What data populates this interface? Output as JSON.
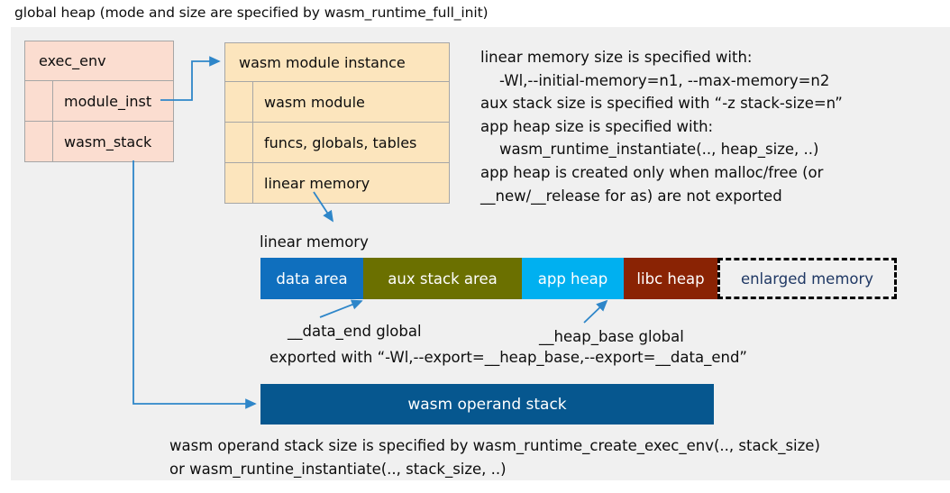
{
  "title": "global heap (mode and size are specified by wasm_runtime_full_init)",
  "colors": {
    "panel_background": "#f0f0f0",
    "exec_env_fill": "#fbddd0",
    "module_instance_fill": "#fce5bd",
    "box_border": "#a6a6a6",
    "connector": "#2e86c9",
    "data_area": "#0f6fbe",
    "aux_stack_area": "#6b7000",
    "app_heap": "#00b0f0",
    "libc_heap": "#8a2304",
    "enlarged_memory_text": "#1f3864",
    "operand_stack": "#06578f"
  },
  "exec_env_box": {
    "header": "exec_env",
    "rows": [
      {
        "label": "module_inst"
      },
      {
        "label": "wasm_stack"
      }
    ]
  },
  "module_instance_box": {
    "header": "wasm module instance",
    "rows": [
      {
        "label": "wasm module"
      },
      {
        "label": "funcs, globals, tables"
      },
      {
        "label": "linear memory"
      }
    ]
  },
  "notes_right": [
    "linear memory size is specified with:",
    "    -Wl,--initial-memory=n1, --max-memory=n2",
    "aux stack size is specified with “-z stack-size=n”",
    "app heap size is specified with:",
    "    wasm_runtime_instantiate(.., heap_size, ..)",
    "app heap is created only when malloc/free (or",
    "__new/__release for as) are not exported"
  ],
  "linear_memory": {
    "caption": "linear memory",
    "segments": [
      {
        "label": "data area",
        "key": "data"
      },
      {
        "label": "aux stack area",
        "key": "aux"
      },
      {
        "label": "app heap",
        "key": "appheap"
      },
      {
        "label": "libc heap",
        "key": "libcheap"
      },
      {
        "label": "enlarged memory",
        "key": "enlarged"
      }
    ],
    "annotations": {
      "data_end": "__data_end global",
      "heap_base": "__heap_base global",
      "exported": "exported with “-Wl,--export=__heap_base,--export=__data_end”"
    }
  },
  "operand_stack": {
    "label": "wasm operand stack",
    "notes": [
      "wasm operand stack size is specified by wasm_runtime_create_exec_env(.., stack_size)",
      "or wasm_runtine_instantiate(.., stack_size, ..)"
    ]
  }
}
